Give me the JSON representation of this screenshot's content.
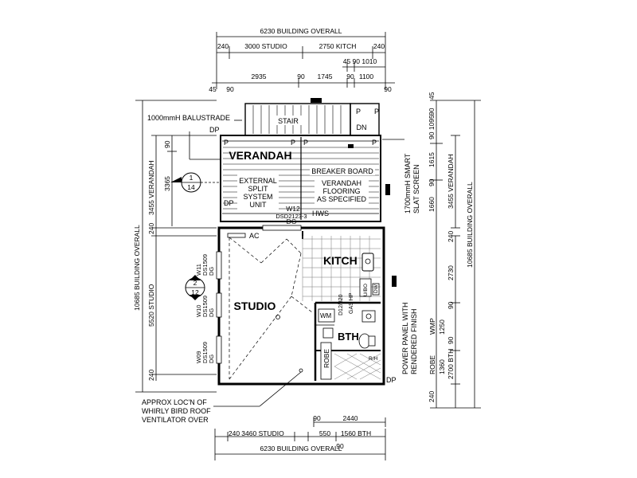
{
  "dimensions": {
    "top_overall": "6230 BUILDING OVERALL",
    "top_240_left": "240",
    "top_studio": "3000 STUDIO",
    "top_kitch": "2750 KITCH",
    "top_240_right": "240",
    "top_45_90_1010": "45 90 1010",
    "top_45_left": "45",
    "top_90_left": "90",
    "top_2935": "2935",
    "top_90_mid": "90",
    "top_1745": "1745",
    "top_90_r": "90",
    "top_1100": "1100",
    "top_90_rr": "90",
    "bottom_90": "90",
    "bottom_2440": "2440",
    "bottom_240": "240",
    "bottom_studio": "3460 STUDIO",
    "bottom_550": "550",
    "bottom_bth": "1560 BTH",
    "bottom_90_b": "90",
    "bottom_overall": "6230 BUILDING OVERALL",
    "left_overall": "10685 BUILDING OVERALL",
    "left_verandah": "3455 VERANDAH",
    "left_90": "90",
    "left_3365": "3365",
    "left_240_a": "240",
    "left_studio": "5520 STUDIO",
    "left_240_b": "240",
    "right_45": "45",
    "right_90_a": "90",
    "right_1095": "90 1095",
    "right_1615": "1615",
    "right_90_b": "90",
    "right_1660": "1660",
    "right_verandah": "3455 VERANDAH",
    "right_overall": "10685 BUILDING OVERALL",
    "right_240_a": "240",
    "right_2730": "2730",
    "right_90_c": "90",
    "right_1250": "1250",
    "right_wmp": "WMP",
    "right_90_d": "90",
    "right_1360": "1360",
    "right_robe": "ROBE",
    "right_2700": "2700 BTH",
    "right_240_b": "240"
  },
  "labels": {
    "balustrade": "1000mmH BALUSTRADE",
    "dp_top": "DP",
    "stair": "STAIR",
    "dn": "DN",
    "verandah": "VERANDAH",
    "external_split": "EXTERNAL",
    "split": "SPLIT",
    "system": "SYSTEM",
    "unit": "UNIT",
    "breaker_board": "BREAKER BOARD",
    "verandah_flooring": "VERANDAH",
    "flooring": "FLOORING",
    "as_specified": "AS SPECIFIED",
    "dp_left": "DP",
    "w12": "W12",
    "w12_code": "DSD2123-3",
    "dg_top": "DG",
    "hws": "HWS",
    "smart_screen_1": "1700mmH SMART",
    "smart_screen_2": "SLAT SCREEN",
    "ac": "AC",
    "kitch": "KITCH",
    "studio": "STUDIO",
    "bth": "BTH",
    "wm": "WM",
    "robe": "ROBE",
    "w11": "W11",
    "w11_code": "DS1509",
    "w11_dg": "DG",
    "w10": "W10",
    "w10_code": "DS1509",
    "w10_dg": "DG",
    "w09": "W09",
    "w09_code": "DS1509",
    "w09_dg": "DG",
    "d12": "D12/820",
    "gas_hp": "GAS HP",
    "ubo": "U/BO",
    "dw": "DW",
    "rh": "R/H",
    "power_panel_1": "POWER PANEL WITH",
    "power_panel_2": "RENDERED FINISH",
    "dp_bottom": "DP",
    "whirly_1": "APPROX LOC'N OF",
    "whirly_2": "WHIRLY BIRD ROOF",
    "whirly_3": "VENTILATOR OVER",
    "sec1_num": "1",
    "sec1_sheet": "14",
    "sec2_num": "2",
    "sec2_sheet": "12",
    "p_marks": [
      "P",
      "P",
      "P",
      "P",
      "P",
      "P"
    ]
  }
}
